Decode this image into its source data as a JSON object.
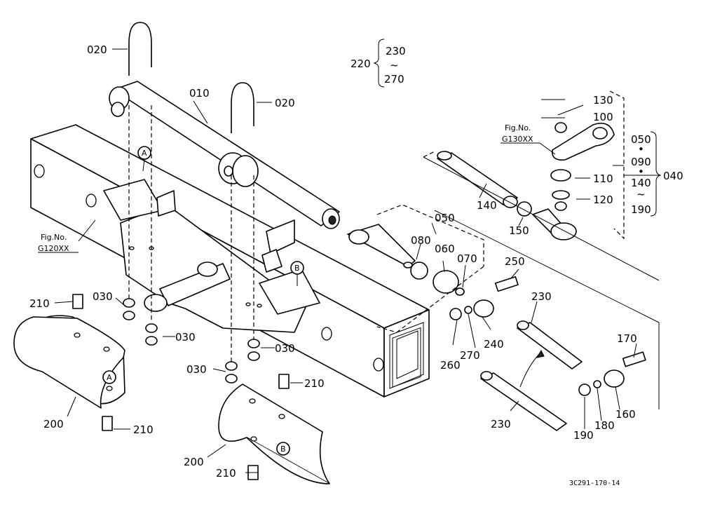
{
  "drawing_code": "3C291-170-14",
  "parts": {
    "p010": "010",
    "p020a": "020",
    "p020b": "020",
    "p030a": "030",
    "p030b": "030",
    "p030c": "030",
    "p030d": "030",
    "p040": "040",
    "p050a": "050",
    "p050b": "050",
    "p060": "060",
    "p070": "070",
    "p080": "080",
    "p090": "090",
    "p100": "100",
    "p110": "110",
    "p120": "120",
    "p130": "130",
    "p140a": "140",
    "p140b": "140",
    "p150": "150",
    "p160": "160",
    "p170": "170",
    "p180": "180",
    "p190a": "190",
    "p190b": "190",
    "p200a": "200",
    "p200b": "200",
    "p210a": "210",
    "p210b": "210",
    "p210c": "210",
    "p210d": "210",
    "p220": "220",
    "p230a": "230",
    "p230b": "230",
    "p230c": "230",
    "p240": "240",
    "p250": "250",
    "p260": "260",
    "p270a": "270",
    "p270b": "270"
  },
  "ref_markers": {
    "a1": "A",
    "a2": "A",
    "b1": "B",
    "b2": "B"
  },
  "range_tilde": "~",
  "range_dot": "•",
  "fig_refs": {
    "g130": {
      "caption": "Fig.No.",
      "code": "G130XX"
    },
    "g120": {
      "caption": "Fig.No.",
      "code": "G120XX"
    }
  }
}
